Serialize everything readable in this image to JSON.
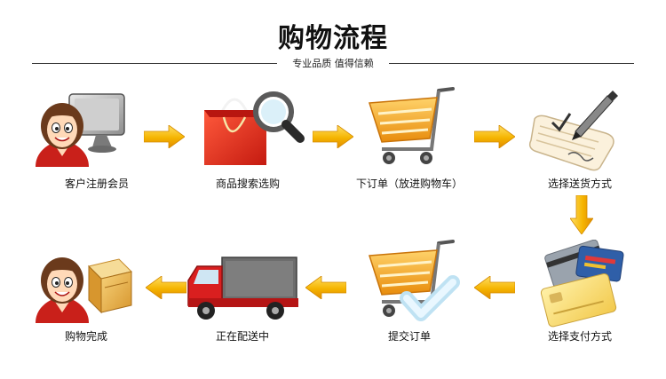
{
  "header": {
    "title": "购物流程",
    "subtitle": "专业品质 值得信赖"
  },
  "steps": [
    {
      "label": "客户注册会员",
      "icon": "customer-computer-icon"
    },
    {
      "label": "商品搜索选购",
      "icon": "shopping-bag-search-icon"
    },
    {
      "label": "下订单（放进购物车）",
      "icon": "shopping-cart-icon"
    },
    {
      "label": "选择送货方式",
      "icon": "document-pen-icon"
    },
    {
      "label": "选择支付方式",
      "icon": "payment-cards-icon"
    },
    {
      "label": "提交订单",
      "icon": "cart-checkmark-icon"
    },
    {
      "label": "正在配送中",
      "icon": "delivery-truck-icon"
    },
    {
      "label": "购物完成",
      "icon": "customer-packages-icon"
    }
  ],
  "colors": {
    "arrow": "#f5b400",
    "bag": "#e8321f",
    "cart": "#f4a21a",
    "truck": "#d91f1f"
  }
}
